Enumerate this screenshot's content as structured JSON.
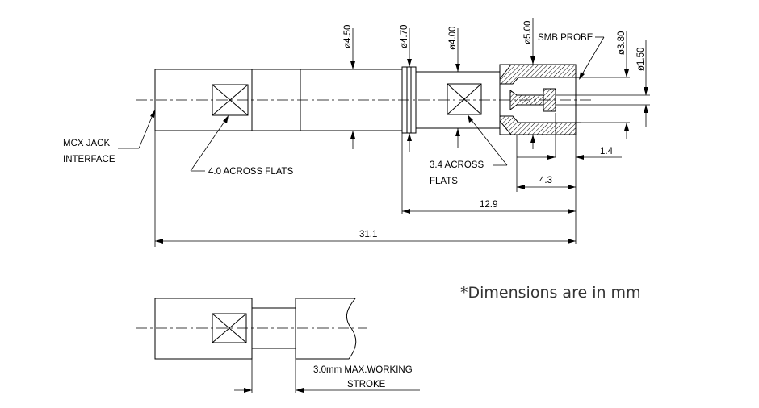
{
  "labels": {
    "mcx_jack_line1": "MCX JACK",
    "mcx_jack_line2": "INTERFACE",
    "across_flats_large": "4.0 ACROSS FLATS",
    "across_flats_small_line1": "3.4 ACROSS",
    "across_flats_small_line2": "FLATS",
    "smb_probe": "SMB PROBE",
    "stroke_line1": "3.0mm MAX.WORKING",
    "stroke_line2": "STROKE"
  },
  "dimensions": {
    "dia_450": "ø4.50",
    "dia_470": "ø4.70",
    "dia_400": "ø4.00",
    "dia_500": "ø5.00",
    "dia_380": "ø3.80",
    "dia_150": "ø1.50",
    "len_14": "1.4",
    "len_43": "4.3",
    "len_129": "12.9",
    "len_311": "31.1"
  },
  "note": "*Dimensions are in mm",
  "colors": {
    "ink": "#000000",
    "note": "#333333",
    "background": "#ffffff"
  }
}
